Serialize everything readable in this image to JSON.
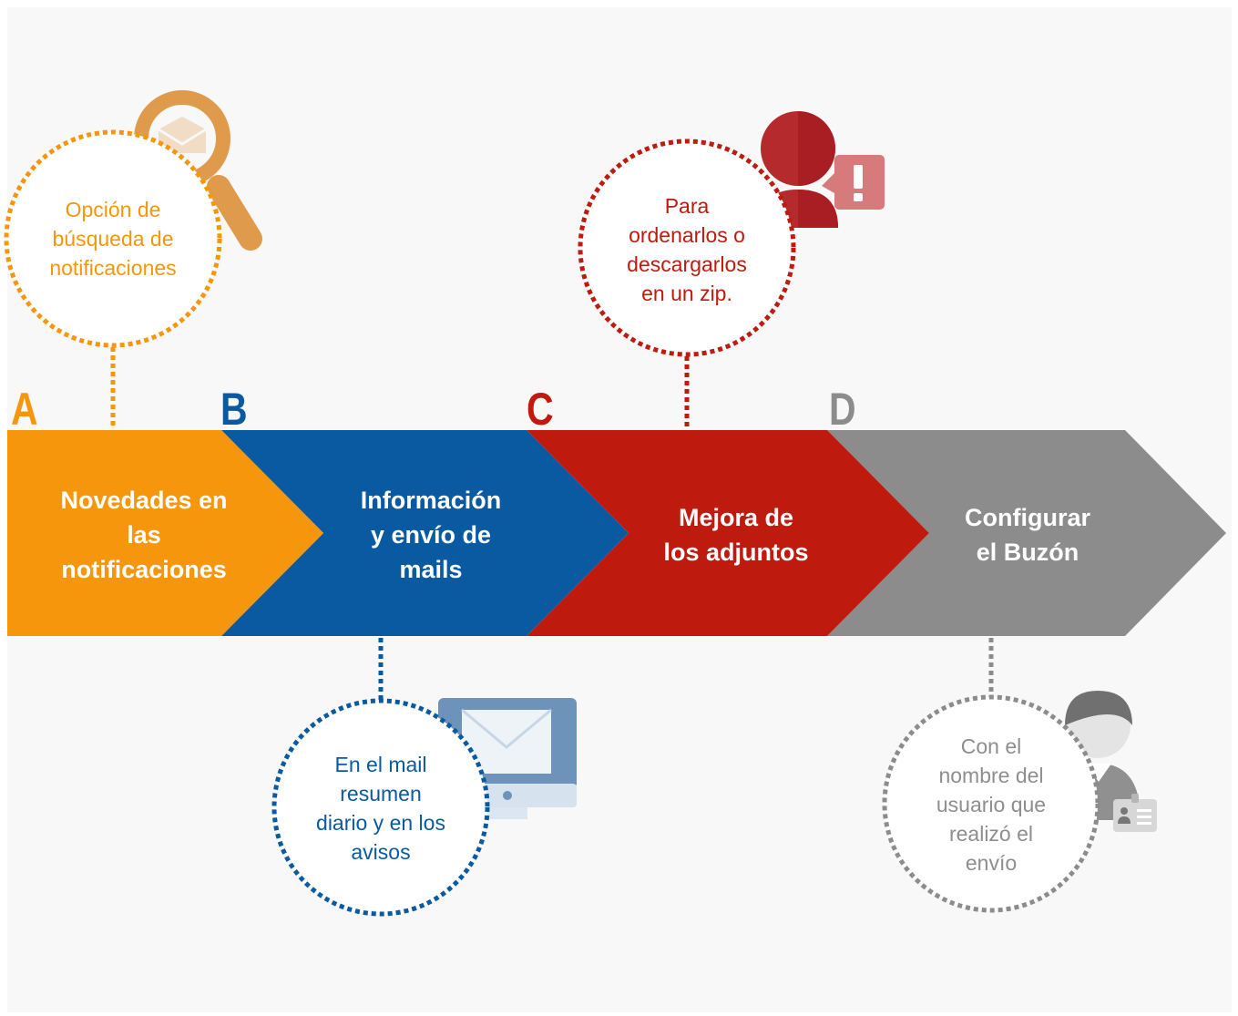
{
  "colors": {
    "background": "#f8f8f8",
    "orange": "#f5960c",
    "orange_icon": "#df9a4c",
    "blue": "#0a5aa2",
    "red": "#bf1a0e",
    "grey": "#8c8c8c",
    "grey_text": "#8e8e8e"
  },
  "steps": [
    {
      "letter": "A",
      "title_lines": [
        "Novedades en",
        "las",
        "notificaciones"
      ],
      "note_lines": [
        "Opción de",
        "búsqueda de",
        "notificaciones"
      ],
      "icon": "magnifier-icon"
    },
    {
      "letter": "B",
      "title_lines": [
        "Información",
        "y envío de",
        "mails"
      ],
      "note_lines": [
        "En el mail",
        "resumen",
        "diario y en los",
        "avisos"
      ],
      "icon": "monitor-mail-icon"
    },
    {
      "letter": "C",
      "title_lines": [
        "Mejora de",
        "los adjuntos"
      ],
      "note_lines": [
        "Para",
        "ordenarlos o",
        "descargarlos",
        "en un zip."
      ],
      "icon": "user-alert-icon"
    },
    {
      "letter": "D",
      "title_lines": [
        "Configurar",
        "el Buzón"
      ],
      "note_lines": [
        "Con el",
        "nombre del",
        "usuario que",
        "realizó el",
        "envío"
      ],
      "icon": "user-badge-icon"
    }
  ]
}
